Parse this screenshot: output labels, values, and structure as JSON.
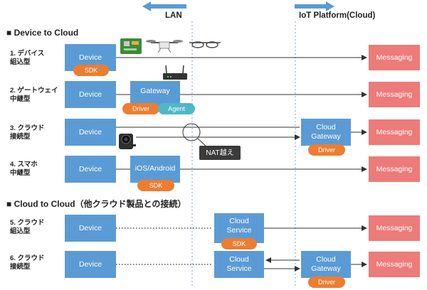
{
  "header": {
    "lan": "LAN",
    "iot": "IoT Platform(Cloud)"
  },
  "sections": {
    "device_to_cloud": "■ Device to Cloud",
    "cloud_to_cloud": "■ Cloud to Cloud（他クラウド製品との接続）"
  },
  "rows": [
    {
      "label": "1. デバイス\n組込型",
      "device": "Device",
      "badge": "SDK",
      "messaging": "Messaging"
    },
    {
      "label": "2. ゲートウェイ\n中継型",
      "device": "Device",
      "gateway": "Gateway",
      "badge1": "Driver",
      "badge2": "Agent",
      "messaging": "Messaging"
    },
    {
      "label": "3. クラウド\n接続型",
      "device": "Device",
      "cloud_gateway": "Cloud\nGateway",
      "badge": "Driver",
      "nat": "NAT越え",
      "messaging": "Messaging"
    },
    {
      "label": "4. スマホ\n中継型",
      "device": "Device",
      "phone": "iOS/Android",
      "badge": "SDK",
      "messaging": "Messaging"
    },
    {
      "label": "5. クラウド\n組込型",
      "device": "Device",
      "cloud_service": "Cloud\nService",
      "badge": "SDK",
      "messaging": "Messaging"
    },
    {
      "label": "6. クラウド\n接続型",
      "device": "Device",
      "cloud_service": "Cloud\nService",
      "cloud_gateway": "Cloud\nGateway",
      "badge": "Driver",
      "messaging": "Messaging"
    }
  ],
  "colors": {
    "device": "#5b9bd5",
    "messaging": "#ec7b7a",
    "badge_orange": "#ed7d31",
    "badge_teal": "#4fb8c7"
  }
}
